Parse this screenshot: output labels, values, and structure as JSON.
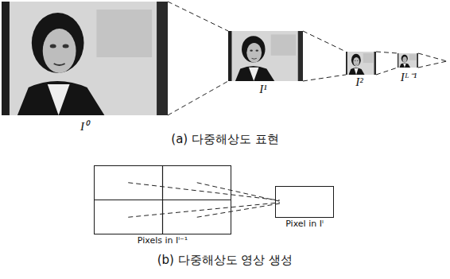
{
  "diagram": {
    "nodes": [
      {
        "text": [
          "Pixels in Iˡ⁻¹"
        ]
      },
      {
        "text": [
          "Pixel in Iˡ"
        ]
      }
    ],
    "edges": [
      {
        "from": 0,
        "to": 1,
        "arrow": "none"
      },
      {
        "from": 0,
        "to": 1,
        "arrow": "none"
      },
      {
        "from": 0,
        "to": 1,
        "arrow": "none"
      },
      {
        "from": 0,
        "to": 1,
        "arrow": "none"
      }
    ],
    "labels": [
      "I⁰",
      "I¹",
      "I²",
      "Iᴸ⁻¹",
      "(a) 다중해상도 표현",
      "(b) 다중해상도 영상 생성"
    ]
  }
}
